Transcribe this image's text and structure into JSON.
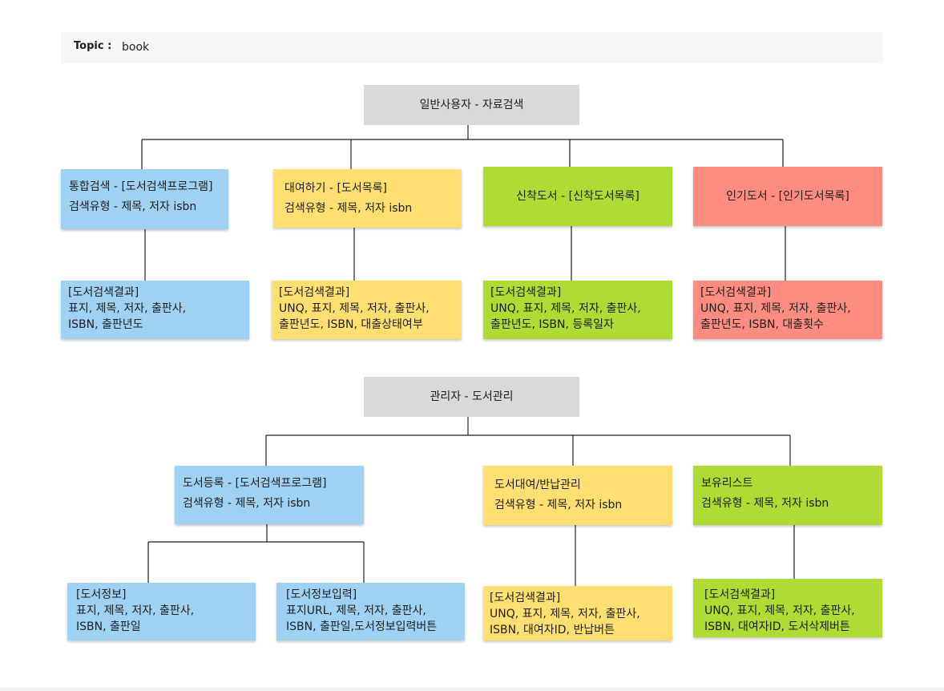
{
  "topic": {
    "label": "Topic :",
    "value": "book"
  },
  "user_section": {
    "root": "일반사용자 - 자료검색",
    "branches": [
      {
        "title": "통합검색 - [도서검색프로그램]",
        "subtitle": "검색유형 - 제목, 저자 isbn",
        "result": [
          "[도서검색결과]",
          "표지, 제목, 저자, 출판사,",
          "ISBN, 출판년도"
        ]
      },
      {
        "title": "대여하기 - [도서목록]",
        "subtitle": "검색유형 - 제목, 저자 isbn",
        "result": [
          "[도서검색결과]",
          "UNQ, 표지, 제목, 저자, 출판사,",
          "출판년도, ISBN, 대출상태여부"
        ]
      },
      {
        "title": "신착도서 - [신착도서목록]",
        "result": [
          "[도서검색결과]",
          "UNQ, 표지, 제목, 저자, 출판사,",
          "출판년도, ISBN, 등록일자"
        ]
      },
      {
        "title": "인기도서 - [인기도서목록]",
        "result": [
          "[도서검색결과]",
          "UNQ, 표지, 제목, 저자, 출판사,",
          "출판년도, ISBN, 대출횟수"
        ]
      }
    ]
  },
  "admin_section": {
    "root": "관리자 - 도서관리",
    "branches": [
      {
        "title": "도서등록 - [도서검색프로그램]",
        "subtitle": "검색유형 - 제목, 저자 isbn",
        "results": [
          [
            "[도서정보]",
            "표지, 제목, 저자, 출판사,",
            "ISBN, 출판일"
          ],
          [
            "[도서정보입력]",
            "표지URL, 제목, 저자, 출판사,",
            "ISBN, 출판일,도서정보입력버튼"
          ]
        ]
      },
      {
        "title": "도서대여/반납관리",
        "subtitle": "검색유형 - 제목, 저자 isbn",
        "result": [
          "[도서검색결과]",
          "UNQ, 표지, 제목, 저자, 출판사,",
          "ISBN, 대여자ID, 반납버튼"
        ]
      },
      {
        "title": "보유리스트",
        "subtitle": "검색유형 - 제목, 저자 isbn",
        "result": [
          "[도서검색결과]",
          "UNQ, 표지, 제목, 저자, 출판사,",
          "ISBN, 대여자ID, 도서삭제버튼"
        ]
      }
    ]
  },
  "colors": {
    "blue": "#9ed1f2",
    "yellow": "#ffdf71",
    "green": "#aedb34",
    "red": "#ff8c80",
    "header": "#d9d9d9",
    "connector": "#1e1e1e"
  }
}
